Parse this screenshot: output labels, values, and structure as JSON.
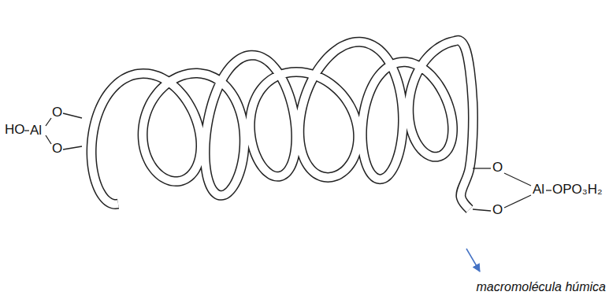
{
  "diagram": {
    "labels": [
      "HO",
      "Al",
      "O",
      "O",
      "O",
      "Al",
      "OPO₃H₂",
      "O",
      "macromolécula húmica"
    ]
  }
}
